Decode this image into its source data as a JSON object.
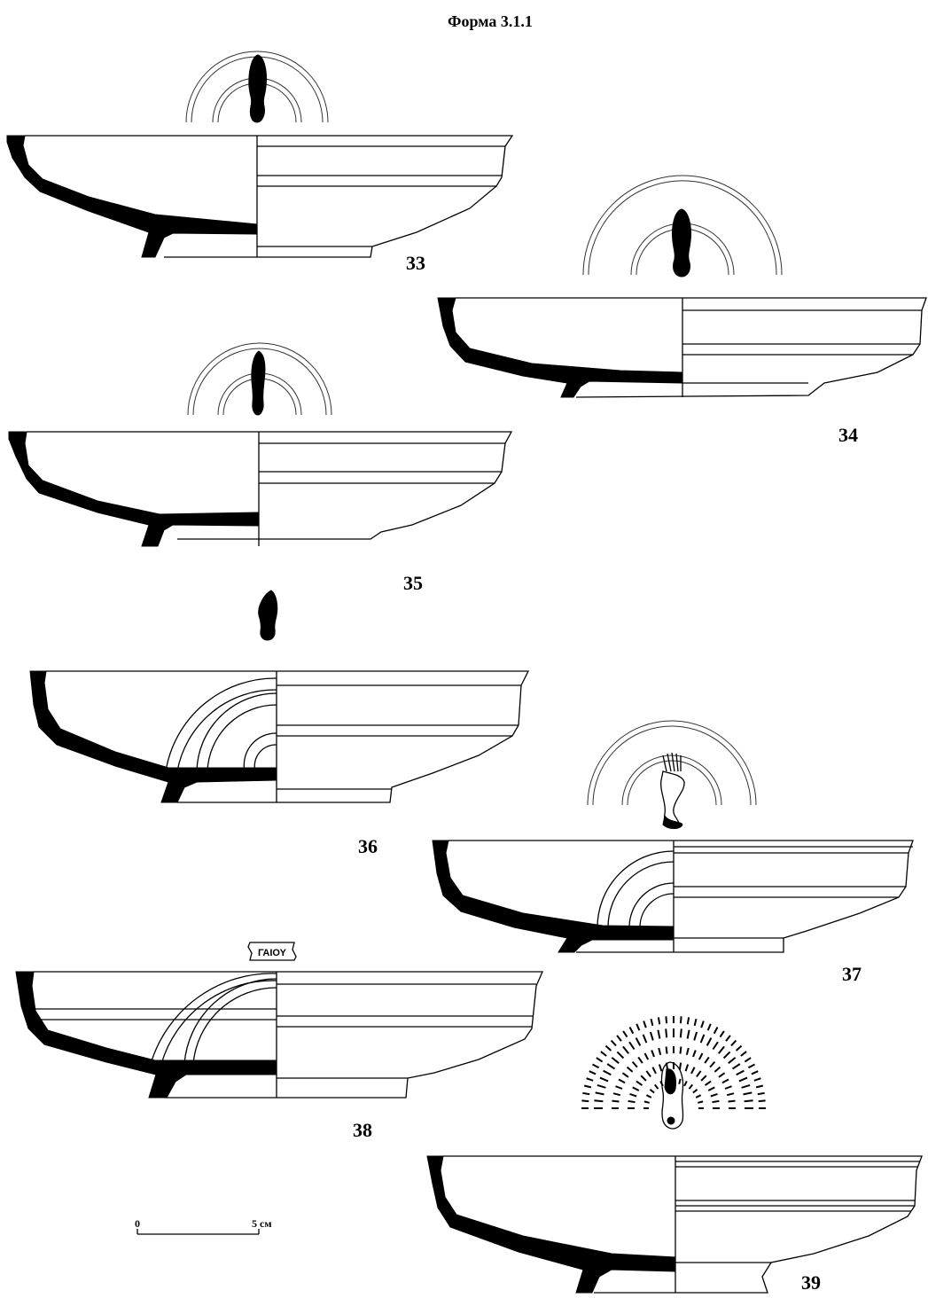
{
  "plate": {
    "title": "Форма 3.1.1"
  },
  "vessels": [
    {
      "id": "33",
      "label": "33",
      "stamp": "planta-pedis"
    },
    {
      "id": "34",
      "label": "34",
      "stamp": "planta-pedis"
    },
    {
      "id": "35",
      "label": "35",
      "stamp": "planta-pedis"
    },
    {
      "id": "36",
      "label": "36",
      "stamp": "planta-pedis"
    },
    {
      "id": "37",
      "label": "37",
      "stamp": "planta-pedis"
    },
    {
      "id": "38",
      "label": "38",
      "stamp_text": "ΓΑΙΟΥ"
    },
    {
      "id": "39",
      "label": "39",
      "stamp": "planta-pedis-with-rouletting"
    }
  ],
  "scale_bar": {
    "start_label": "0",
    "end_label": "5 см"
  },
  "colors": {
    "ink": "#000000",
    "paper": "#ffffff"
  }
}
